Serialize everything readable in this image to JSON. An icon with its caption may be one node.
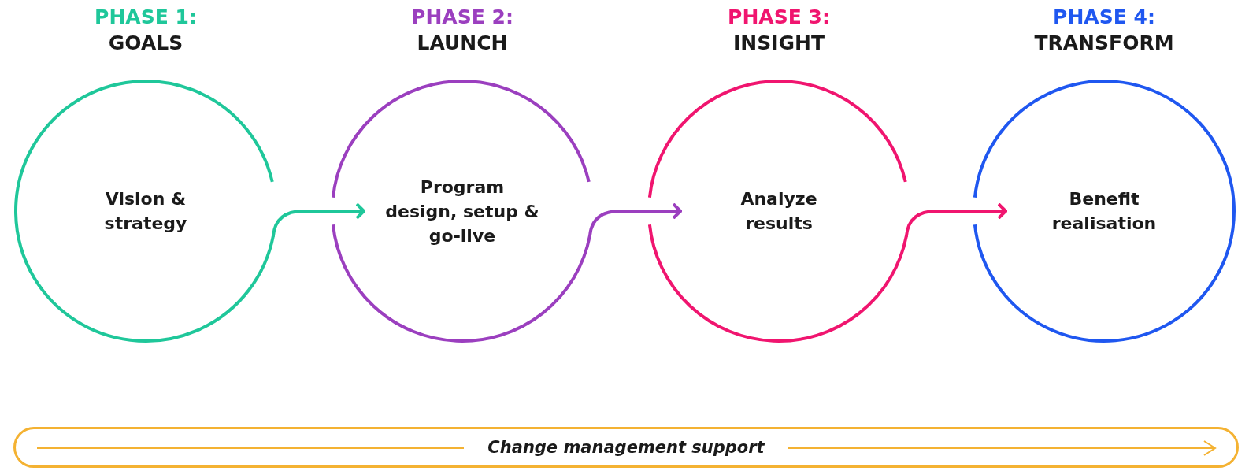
{
  "diagram": {
    "nodes": [
      {
        "text": [
          "PHASE 1:",
          "GOALS",
          "Vision & strategy"
        ]
      },
      {
        "text": [
          "PHASE 2:",
          "LAUNCH",
          "Program design, setup & go-live"
        ]
      },
      {
        "text": [
          "PHASE 3:",
          "INSIGHT",
          "Analyze results"
        ]
      },
      {
        "text": [
          "PHASE 4:",
          "TRANSFORM",
          "Benefit realisation"
        ]
      },
      {
        "text": [
          "Change management support"
        ]
      }
    ],
    "edges": [
      {
        "from": 0,
        "to": 1,
        "arrow": "to",
        "color": "#1fc79a"
      },
      {
        "from": 1,
        "to": 2,
        "arrow": "to",
        "color": "#9b3fbf"
      },
      {
        "from": 2,
        "to": 3,
        "arrow": "to",
        "color": "#f0156f"
      }
    ]
  }
}
